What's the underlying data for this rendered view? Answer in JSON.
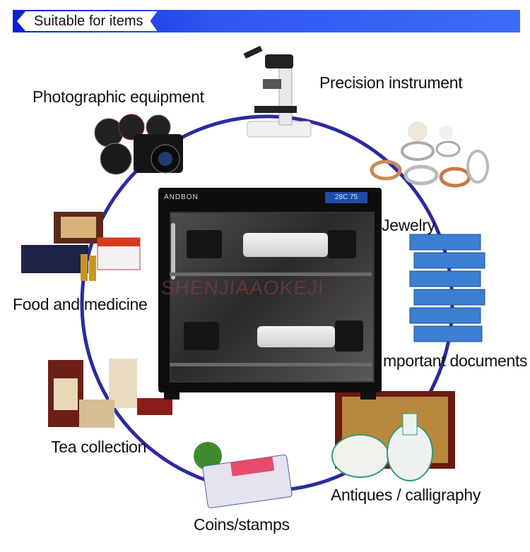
{
  "header": {
    "title": "Suitable for items"
  },
  "labels": {
    "precision_instrument": "Precision instrument",
    "photographic_equipment": "Photographic equipment",
    "jewelry": "Jewelry",
    "food_and_medicine": "Food and medicine",
    "important_documents": "mportant documents",
    "tea_collection": "Tea collection",
    "antiques_calligraphy": "Antiques / calligraphy",
    "coins_stamps": "Coins/stamps"
  },
  "cabinet": {
    "brand": "ANDBON",
    "display": "28C 75"
  },
  "watermark": "SHENJIAAOKEJI",
  "colors": {
    "banner": "#1b3ae6",
    "ring": "#2b2b9e"
  }
}
